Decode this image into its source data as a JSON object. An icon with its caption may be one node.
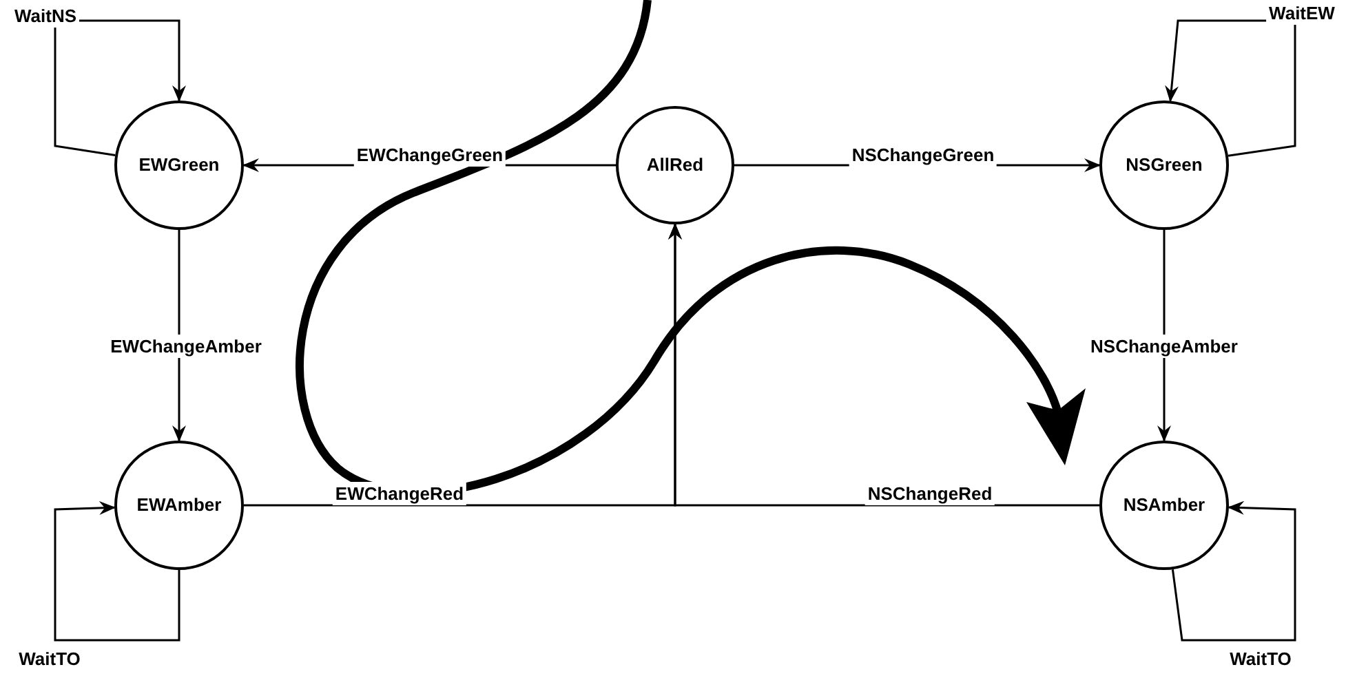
{
  "diagram": {
    "nodes": [
      {
        "text": [
          "EWGreen"
        ]
      },
      {
        "text": [
          "AllRed"
        ]
      },
      {
        "text": [
          "NSGreen"
        ]
      },
      {
        "text": [
          "EWAmber"
        ]
      },
      {
        "text": [
          "NSAmber"
        ]
      }
    ],
    "edges": [
      {
        "from": 1,
        "to": 0,
        "arrow": "to",
        "label": "EWChangeGreen"
      },
      {
        "from": 1,
        "to": 2,
        "arrow": "to",
        "label": "NSChangeGreen"
      },
      {
        "from": 0,
        "to": 0,
        "arrow": "to",
        "label": "WaitNS"
      },
      {
        "from": 2,
        "to": 2,
        "arrow": "to",
        "label": "WaitEW"
      },
      {
        "from": 0,
        "to": 3,
        "arrow": "to",
        "label": "EWChangeAmber"
      },
      {
        "from": 2,
        "to": 4,
        "arrow": "to",
        "label": "NSChangeAmber"
      },
      {
        "from": 3,
        "to": 1,
        "arrow": "to",
        "label": "EWChangeRed"
      },
      {
        "from": 4,
        "to": 1,
        "arrow": "to",
        "label": "NSChangeRed"
      },
      {
        "from": 3,
        "to": 3,
        "arrow": "to",
        "label": "WaitTO"
      },
      {
        "from": 4,
        "to": 4,
        "arrow": "to",
        "label": "WaitTO"
      }
    ]
  }
}
